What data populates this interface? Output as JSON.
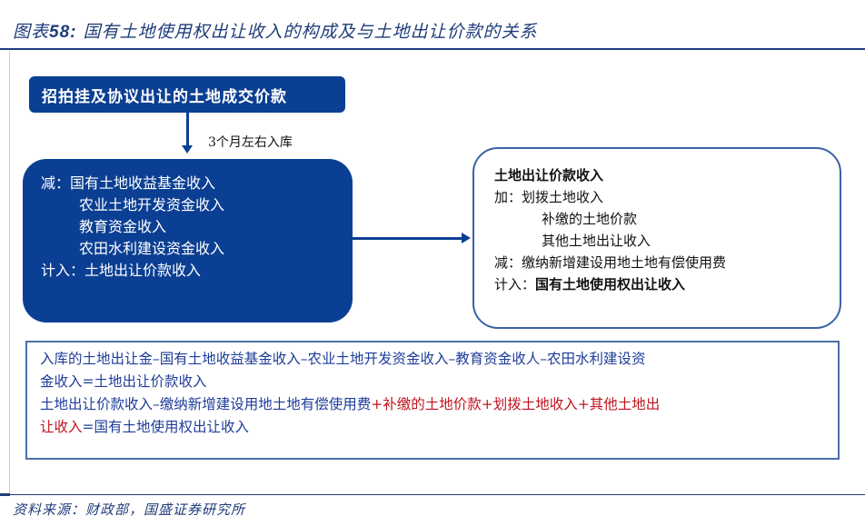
{
  "figure": {
    "title_prefix": "图表",
    "title_number": "58:",
    "title_text": " 国有土地使用权出让收入的构成及与土地出让价款的关系",
    "source": "资料来源：财政部，国盛证券研究所"
  },
  "diagram": {
    "top_box": {
      "label": "招拍挂及协议出让的土地成交价款"
    },
    "arrow_down_label": "3个月左右入库",
    "left_box": {
      "rows": [
        {
          "prefix": "减：",
          "text": "国有土地收益基金收入"
        },
        {
          "prefix": "",
          "text": "农业土地开发资金收入"
        },
        {
          "prefix": "",
          "text": "教育资金收入"
        },
        {
          "prefix": "",
          "text": "农田水利建设资金收入"
        },
        {
          "prefix": "计入：",
          "text": "土地出让价款收入"
        }
      ]
    },
    "right_box": {
      "heading": "土地出让价款收入",
      "rows": [
        {
          "prefix": "加：",
          "text": "划拨土地收入"
        },
        {
          "prefix": "",
          "text": "补缴的土地价款"
        },
        {
          "prefix": "",
          "text": "其他土地出让收入"
        },
        {
          "prefix": "减：",
          "text": "缴纳新增建设用地土地有偿使用费"
        },
        {
          "prefix": "计入：",
          "text": "国有土地使用权出让收入"
        }
      ]
    },
    "formulas": {
      "line1": "入库的土地出让金–国有土地收益基金收入–农业土地开发资金收入–教育资金收人–农田水利建设资",
      "line2": "金收入=土地出让价款收入",
      "line3_blue": "土地出让价款收入–缴纳新增建设用地土地有偿使用费",
      "line3_red": "+补缴的土地价款+划拨土地收入+其他土地出",
      "line4_red": "让收入",
      "line4_blue": "=国有土地使用权出让收入"
    },
    "colors": {
      "dark_blue": "#0b3f93",
      "title_blue": "#1f3d7a",
      "formula_blue": "#1f3d9a",
      "formula_red": "#c0141e",
      "border_blue": "#3a62a8"
    }
  }
}
